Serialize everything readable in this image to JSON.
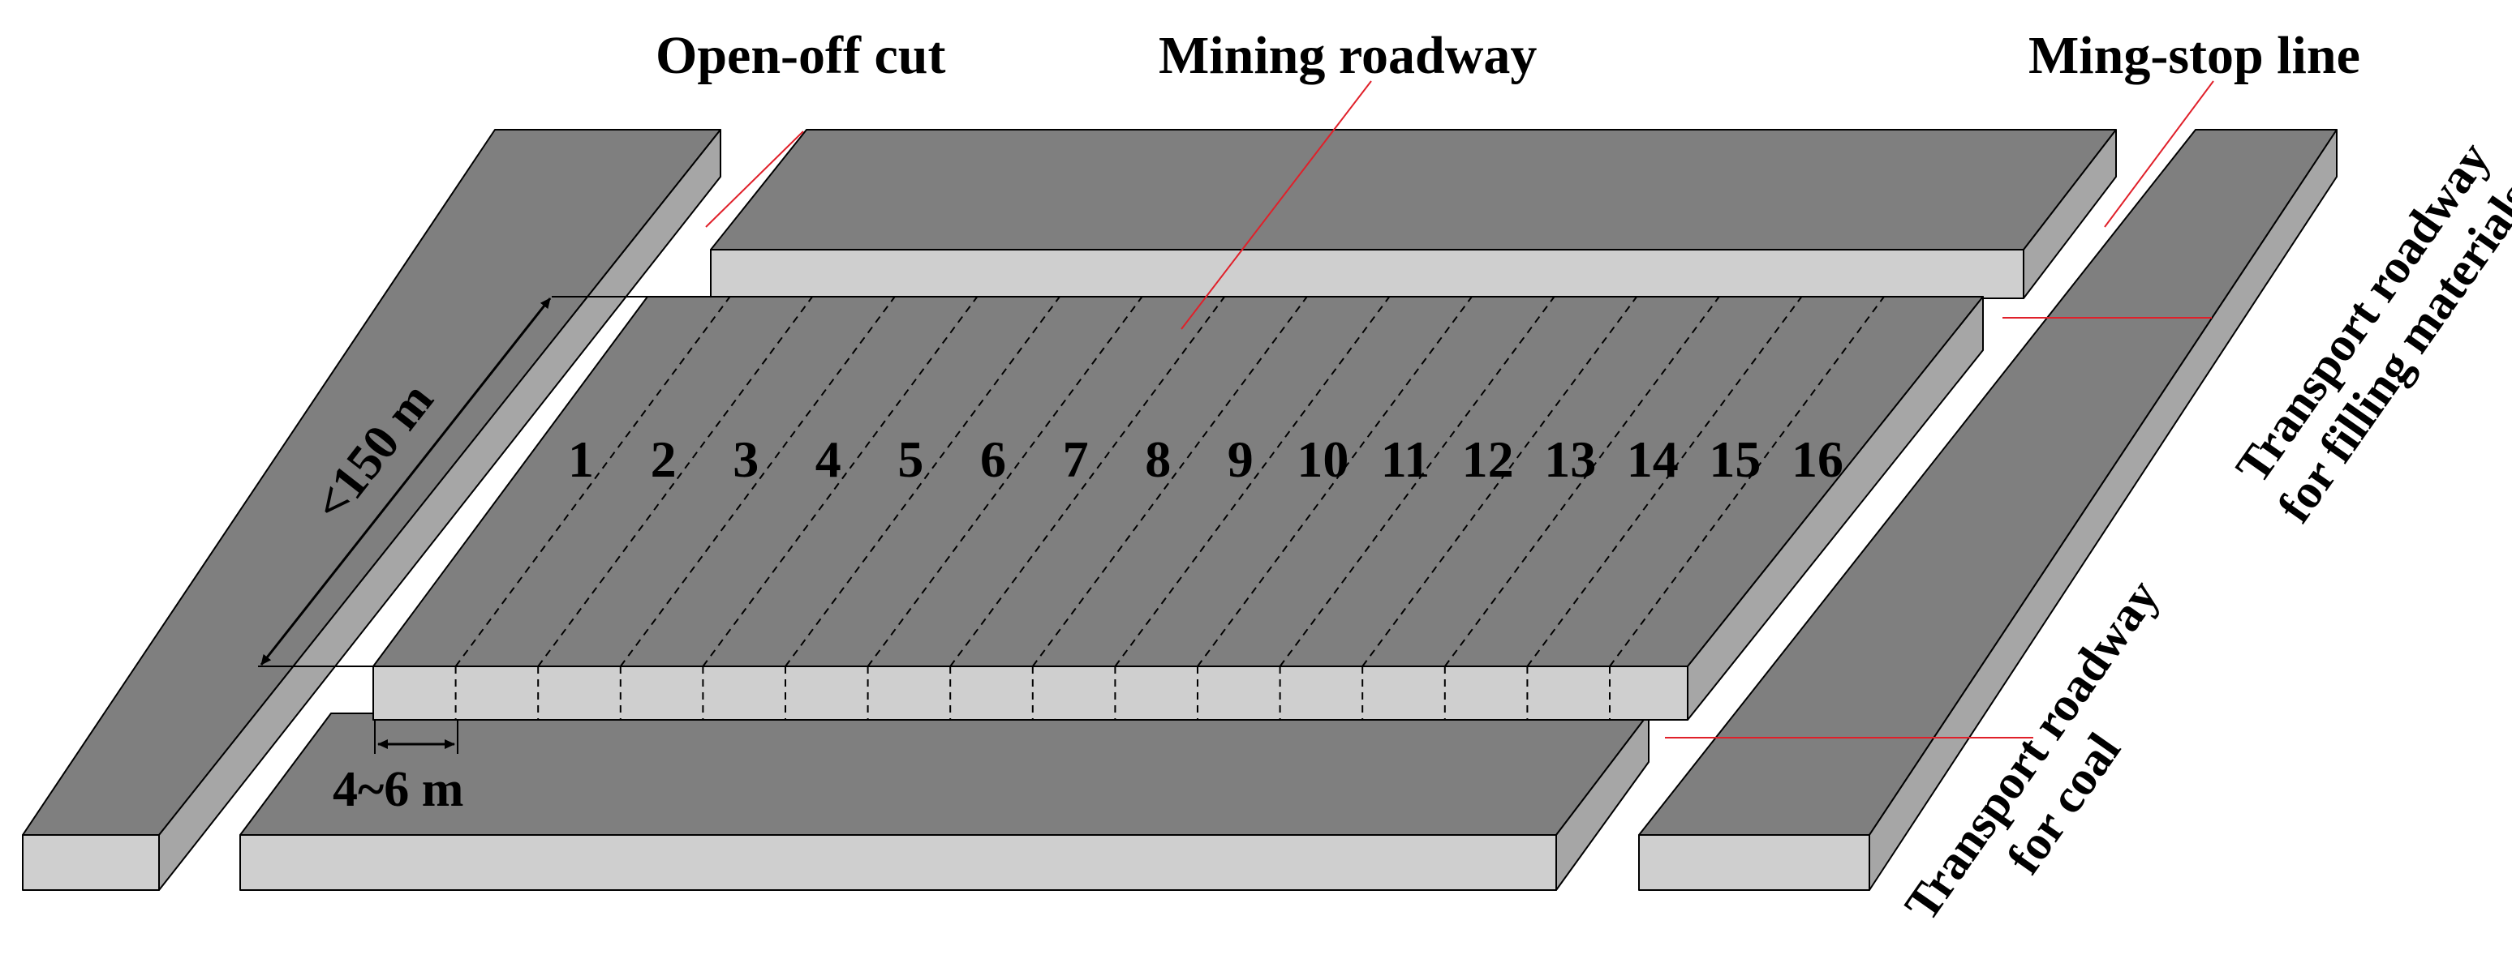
{
  "labels": {
    "open_off_cut": "Open-off cut",
    "mining_roadway": "Mining roadway",
    "mining_stop_line": "Ming-stop line",
    "transport_filling_line1": "Transport roadway",
    "transport_filling_line2": "for filling materials",
    "transport_coal_line1": "Transport roadway",
    "transport_coal_line2": "for coal",
    "length_dimension": "<150 m",
    "width_dimension": "4~6 m"
  },
  "strip_numbers": [
    "1",
    "2",
    "3",
    "4",
    "5",
    "6",
    "7",
    "8",
    "9",
    "10",
    "11",
    "12",
    "13",
    "14",
    "15",
    "16"
  ],
  "colors": {
    "top_face": "#7f7f7f",
    "side_face": "#a6a6a6",
    "front_face": "#cfcfcf",
    "leader_line": "#e0202a"
  }
}
